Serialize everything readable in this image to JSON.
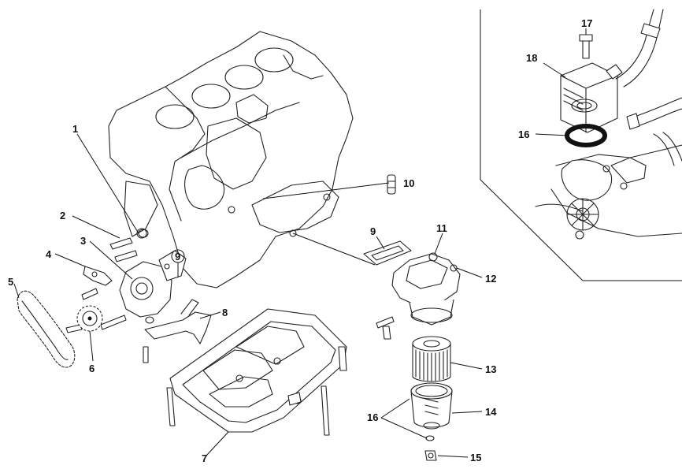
{
  "callouts": {
    "c1": "1",
    "c2": "2",
    "c3": "3",
    "c4": "4",
    "c5": "5",
    "c6": "6",
    "c7": "7",
    "c8": "8",
    "c9a": "9",
    "c9b": "9",
    "c10": "10",
    "c11": "11",
    "c12": "12",
    "c13": "13",
    "c14": "14",
    "c15": "15",
    "c16a": "16",
    "c16b": "16",
    "c17": "17",
    "c18": "18"
  }
}
